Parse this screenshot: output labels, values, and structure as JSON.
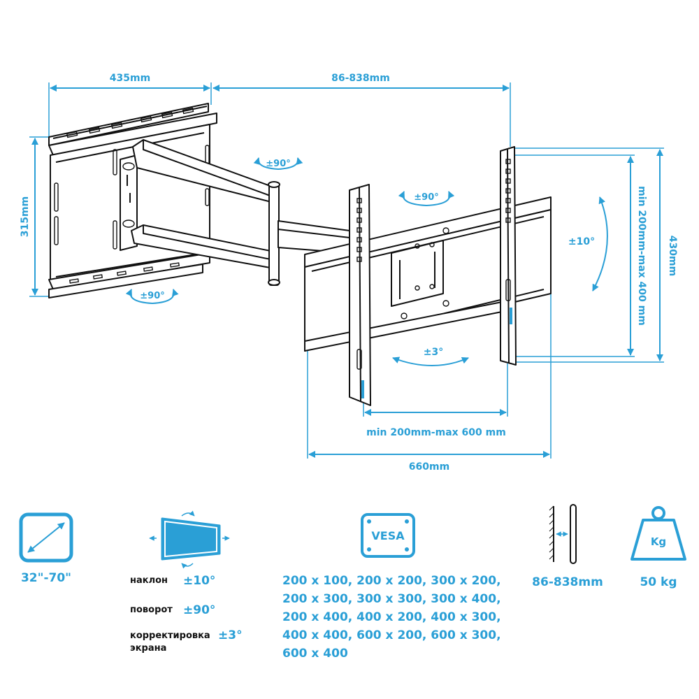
{
  "dimensions": {
    "wall_plate_width": "435mm",
    "extension_range": "86-838mm",
    "wall_plate_height": "315mm",
    "tv_plate_height": "430mm",
    "vesa_vertical": "min 200mm-max 400 mm",
    "vesa_horizontal": "min 200mm-max 600 mm",
    "tv_plate_width": "660mm"
  },
  "rotation_labels": {
    "arm_swivel": "±90°",
    "head_swivel": "±90°",
    "wall_swivel": "±90°",
    "tilt": "±10°",
    "level_adjust": "±3°"
  },
  "specs": {
    "screen_size": "32\"-70\"",
    "tilt_label": "наклон",
    "tilt_value": "±10°",
    "swivel_label": "поворот",
    "swivel_value": "±90°",
    "leveling_label_line1": "корректировка",
    "leveling_label_line2": "экрана",
    "leveling_value": "±3°",
    "vesa_badge": "VESA",
    "vesa_list": [
      "200 x 100, 200 x 200, 300 x 200,",
      "200 x 300, 300 x 300, 300 x 400,",
      "200 x 400, 400 x 200, 400 x 300,",
      "400 x 400, 600 x 200, 600 x 300,",
      "600 x 400"
    ],
    "wall_distance": "86-838mm",
    "load_badge": "Kg",
    "max_load": "50 kg"
  },
  "colors": {
    "accent": "#2a9fd6",
    "line": "#111111"
  },
  "icons": [
    "diagonal-size-icon",
    "tilt-swivel-screen-icon",
    "vesa-icon",
    "wall-distance-icon",
    "weight-icon"
  ]
}
